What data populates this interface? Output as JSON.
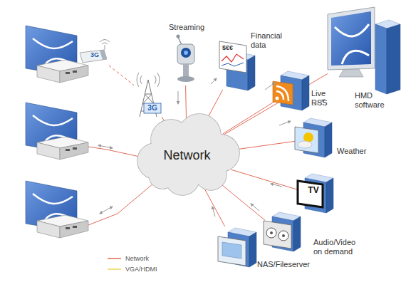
{
  "diagram": {
    "nodes": [
      {
        "text": [
          "Streaming"
        ]
      },
      {
        "text": [
          "Financial data"
        ]
      },
      {
        "text": [
          "HMD software"
        ]
      },
      {
        "text": [
          "3G"
        ]
      },
      {
        "text": [
          "Live RSS"
        ]
      },
      {
        "text": [
          "3G"
        ]
      },
      {
        "text": [
          "Weather"
        ]
      },
      {
        "text": [
          "Network"
        ]
      },
      {
        "text": [
          "TV"
        ]
      },
      {
        "text": [
          "Audio/Video on demand"
        ]
      },
      {
        "text": [
          "NAS/Fileserver"
        ]
      }
    ],
    "edges": [
      {
        "from": 3,
        "to": 5,
        "arrow": "none"
      },
      {
        "from": 5,
        "to": 7,
        "arrow": "none"
      },
      {
        "from": 0,
        "to": 7,
        "arrow": "none"
      },
      {
        "from": 1,
        "to": 7,
        "arrow": "none"
      },
      {
        "from": 2,
        "to": 7,
        "arrow": "none"
      },
      {
        "from": 4,
        "to": 7,
        "arrow": "none"
      },
      {
        "from": 6,
        "to": 7,
        "arrow": "none"
      },
      {
        "from": 8,
        "to": 7,
        "arrow": "none"
      },
      {
        "from": 9,
        "to": 7,
        "arrow": "none"
      },
      {
        "from": 10,
        "to": 7,
        "arrow": "none"
      }
    ],
    "labels": [
      "$€€"
    ],
    "legend": [
      {
        "text": "Network"
      },
      {
        "text": "VGA/HDMI"
      }
    ]
  }
}
